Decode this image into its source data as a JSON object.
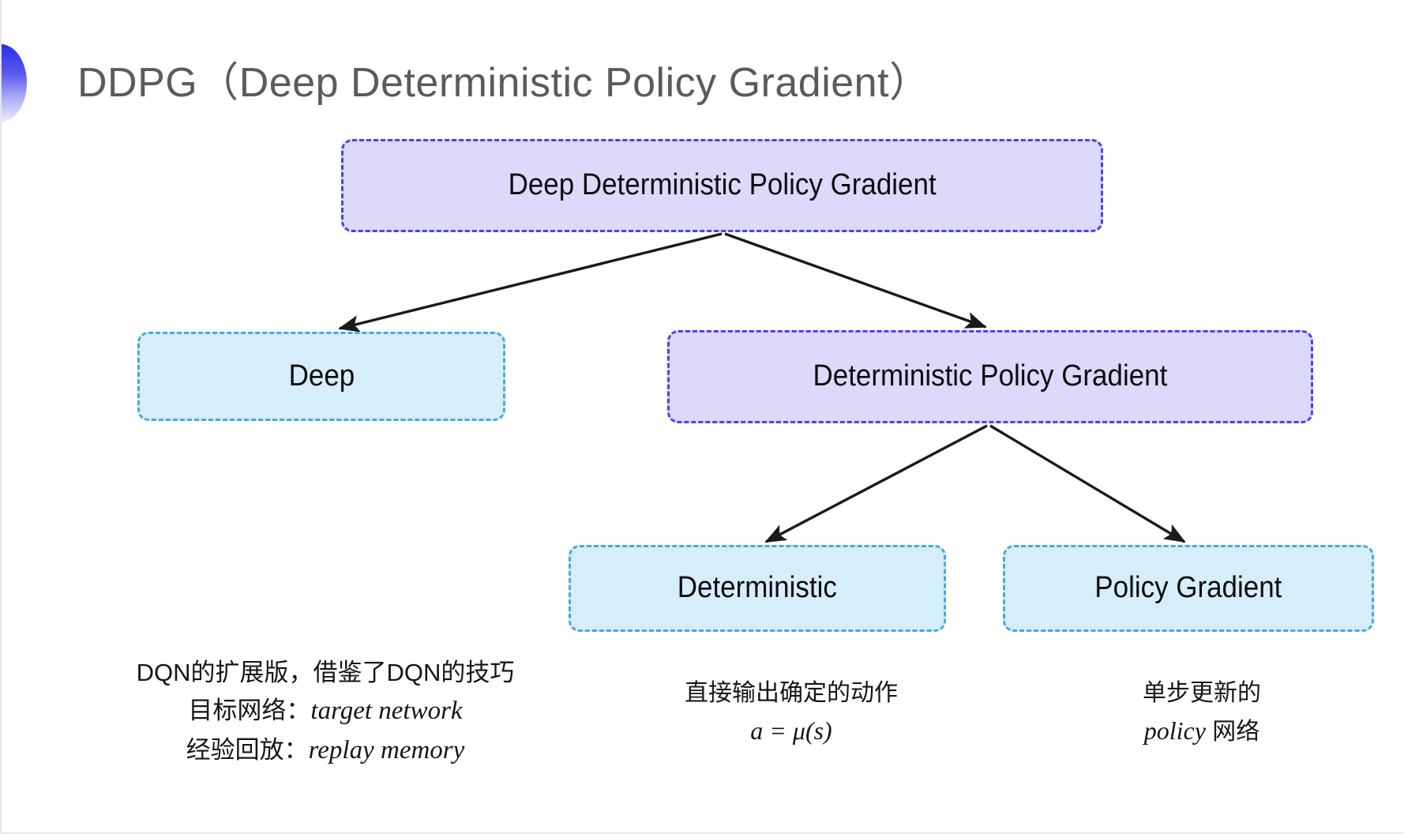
{
  "slide": {
    "title": "DDPG（Deep Deterministic Policy Gradient）",
    "background": "#ffffff"
  },
  "colors": {
    "purple_fill": "#dcd9fb",
    "purple_border": "#4a42ee",
    "blue_fill": "#d6eefa",
    "blue_border": "#4aa8de",
    "title_text": "#5b5b5b",
    "body_text": "#161616",
    "arrow": "#1a1a1a",
    "bullet_gradient_top": "#2b2be8",
    "bullet_gradient_bottom": "#eaeafd"
  },
  "diagram": {
    "nodes": {
      "root": {
        "label": "Deep Deterministic Policy Gradient",
        "style": "purple"
      },
      "deep": {
        "label": "Deep",
        "style": "blue"
      },
      "dpg": {
        "label": "Deterministic Policy Gradient",
        "style": "purple"
      },
      "deterministic": {
        "label": "Deterministic",
        "style": "blue"
      },
      "policy_gradient": {
        "label": "Policy Gradient",
        "style": "blue"
      }
    },
    "edges": [
      {
        "from": "root",
        "to": "deep"
      },
      {
        "from": "root",
        "to": "dpg"
      },
      {
        "from": "dpg",
        "to": "deterministic"
      },
      {
        "from": "dpg",
        "to": "policy_gradient"
      }
    ]
  },
  "captions": {
    "deep": {
      "line1": "DQN的扩展版，借鉴了DQN的技巧",
      "line2_label": "目标网络：",
      "line2_value": "target network",
      "line3_label": "经验回放：",
      "line3_value": "replay memory"
    },
    "deterministic": {
      "line1": "直接输出确定的动作",
      "line2": "a = μ(s)"
    },
    "policy_gradient": {
      "line1": "单步更新的",
      "line2_value": "policy",
      "line2_suffix": " 网络"
    }
  }
}
